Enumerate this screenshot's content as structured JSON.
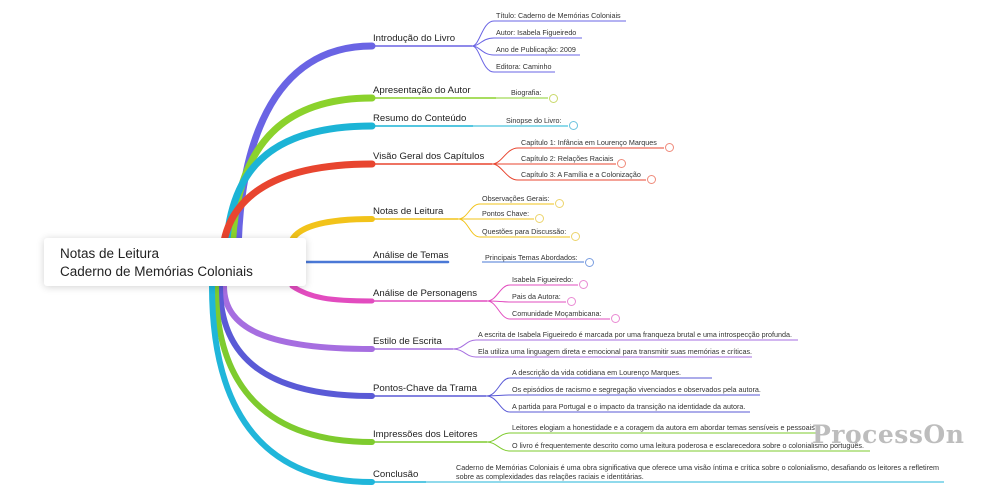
{
  "root": {
    "line1": "Notas de Leitura",
    "line2": "Caderno de Memórias Coloniais"
  },
  "topics": {
    "introducao": "Introdução do Livro",
    "apresentacao": "Apresentação do Autor",
    "resumo": "Resumo do Conteúdo",
    "visao": "Visão Geral dos Capítulos",
    "notas": "Notas de Leitura",
    "analise_temas": "Análise de Temas",
    "analise_personagens": "Análise de Personagens",
    "estilo": "Estilo de Escrita",
    "pontos": "Pontos-Chave da Trama",
    "impressoes": "Impressões dos Leitores",
    "conclusao": "Conclusão"
  },
  "leaves": {
    "titulo": "Título: Caderno de Memórias Coloniais",
    "autor": "Autor: Isabela Figueiredo",
    "ano": "Ano de Publicação: 2009",
    "editora": "Editora: Caminho",
    "biografia": "Biografia:",
    "sinopse": "Sinopse do Livro:",
    "cap1": "Capítulo 1: Infância em Lourenço Marques",
    "cap2": "Capítulo 2: Relações Raciais",
    "cap3": "Capítulo 3: A Família e a Colonização",
    "observacoes": "Observações Gerais:",
    "pontos_chave": "Pontos Chave:",
    "questoes": "Questões para Discussão:",
    "temas": "Principais Temas Abordados:",
    "isabela": "Isabela Figueiredo:",
    "pais": "Pais da Autora:",
    "comunidade": "Comunidade Moçambicana:",
    "estilo1": "A escrita de Isabela Figueiredo é marcada por uma franqueza brutal e uma introspecção profunda.",
    "estilo2": "Ela utiliza uma linguagem direta e emocional para transmitir suas memórias e críticas.",
    "trama1": "A descrição da vida cotidiana em Lourenço Marques.",
    "trama2": "Os episódios de racismo e segregação vivenciados e observados pela autora.",
    "trama3": "A partida para Portugal e o impacto da transição na identidade da autora.",
    "impress1": "Leitores elogiam a honestidade e a coragem da autora em abordar temas sensíveis e pessoais.",
    "impress2": "O livro é frequentemente descrito como uma leitura poderosa e esclarecedora sobre o colonialismo português.",
    "conclusao1": "Caderno de Memórias Coloniais é uma obra significativa que oferece uma visão íntima e crítica sobre o colonialismo, desafiando os leitores a refletirem",
    "conclusao2": "sobre as complexidades das relações raciais e identitárias."
  },
  "colors": {
    "introducao": "#6a64e4",
    "apresentacao": "#8bd22c",
    "resumo": "#1cb4d6",
    "visao": "#e8452f",
    "notas": "#f2c31a",
    "analise_temas": "#4a78d6",
    "analise_personagens": "#e24cbf",
    "estilo": "#a66ee0",
    "pontos": "#5a5ad6",
    "impressoes": "#7ecb2e",
    "conclusao": "#20b6da"
  },
  "watermark": "ProcessOn"
}
